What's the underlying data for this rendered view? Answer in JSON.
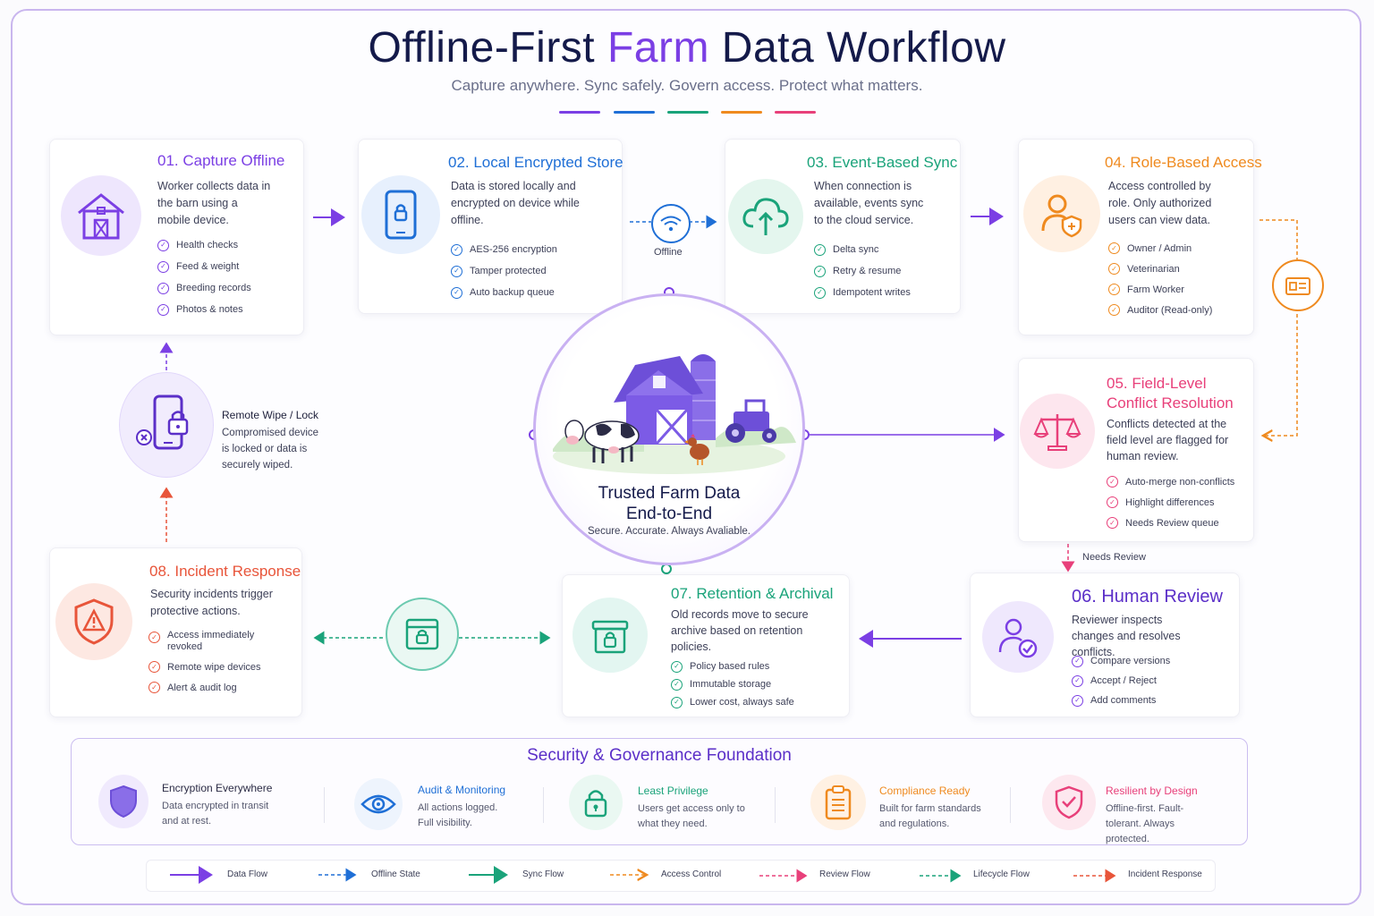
{
  "title": {
    "prefix": "Offline-First ",
    "accent": "Farm",
    "suffix": " Data Workflow"
  },
  "subtitle": "Capture anywhere. Sync safely. Govern access. Protect what matters.",
  "colors": {
    "purple": "#7b3fe4",
    "blue": "#1f6fd6",
    "green": "#1aa37a",
    "orange": "#ef8a1f",
    "pink": "#e8407a",
    "red": "#e8553a",
    "navy": "#141a4a"
  },
  "cards": {
    "capture": {
      "title": "01. Capture Offline",
      "desc": "Worker collects data in the barn using a mobile device.",
      "icon": "barn-icon",
      "items": [
        "Health checks",
        "Feed & weight",
        "Breeding records",
        "Photos & notes"
      ]
    },
    "store": {
      "title": "02. Local Encrypted Store",
      "desc": "Data is stored locally and encrypted on device while offline.",
      "icon": "lock-phone-icon",
      "items": [
        "AES-256 encryption",
        "Tamper protected",
        "Auto backup queue"
      ]
    },
    "sync": {
      "title": "03. Event-Based Sync",
      "desc": "When connection is available, events sync to the cloud service.",
      "icon": "cloud-upload-icon",
      "items": [
        "Delta sync",
        "Retry & resume",
        "Idempotent writes"
      ]
    },
    "access": {
      "title": "04. Role-Based Access",
      "desc": "Access controlled by role. Only authorized users can view data.",
      "icon": "user-shield-icon",
      "items": [
        "Owner / Admin",
        "Veterinarian",
        "Farm Worker",
        "Auditor (Read-only)"
      ]
    },
    "conflict": {
      "title": "05. Field-Level Conflict Resolution",
      "desc": "Conflicts detected at the field level are flagged for human review.",
      "icon": "scales-icon",
      "items": [
        "Auto-merge non-conflicts",
        "Highlight differences",
        "Needs Review queue"
      ]
    },
    "review": {
      "title": "06. Human Review",
      "desc": "Reviewer inspects changes and resolves conflicts.",
      "icon": "user-check-icon",
      "items": [
        "Compare versions",
        "Accept / Reject",
        "Add comments"
      ]
    },
    "retention": {
      "title": "07. Retention & Archival",
      "desc": "Old records move to secure archive based on retention policies.",
      "icon": "archive-lock-icon",
      "items": [
        "Policy based rules",
        "Immutable storage",
        "Lower cost, always safe"
      ]
    },
    "incident": {
      "title": "08. Incident Response",
      "desc": "Security incidents trigger protective actions.",
      "icon": "warning-shield-icon",
      "items": [
        "Access immediately revoked",
        "Remote wipe devices",
        "Alert & audit log"
      ]
    }
  },
  "wipe": {
    "title": "Remote Wipe / Lock",
    "desc": "Compromised device is locked or data is securely wiped.",
    "icon": "phone-lock-icon"
  },
  "offline_label": "Offline",
  "needs_review_label": "Needs Review",
  "hub": {
    "title_line1": "Trusted Farm Data",
    "title_line2": "End-to-End",
    "subtitle": "Secure. Accurate. Always Avaliable."
  },
  "foundation": {
    "title": "Security & Governance Foundation",
    "items": [
      {
        "title": "Encryption Everywhere",
        "desc": "Data encrypted in transit and at rest.",
        "icon": "shield-icon"
      },
      {
        "title": "Audit & Monitoring",
        "desc": "All actions logged. Full visibility.",
        "icon": "eye-icon"
      },
      {
        "title": "Least Privilege",
        "desc": "Users get access only to what they need.",
        "icon": "padlock-icon"
      },
      {
        "title": "Compliance Ready",
        "desc": "Built for farm standards and regulations.",
        "icon": "clipboard-icon"
      },
      {
        "title": "Resilient by Design",
        "desc": "Offline-first. Fault-tolerant. Always protected.",
        "icon": "shield-check-icon"
      }
    ]
  },
  "legend": [
    "Data Flow",
    "Offline State",
    "Sync Flow",
    "Access Control",
    "Review Flow",
    "Lifecycle Flow",
    "Incident Response"
  ]
}
